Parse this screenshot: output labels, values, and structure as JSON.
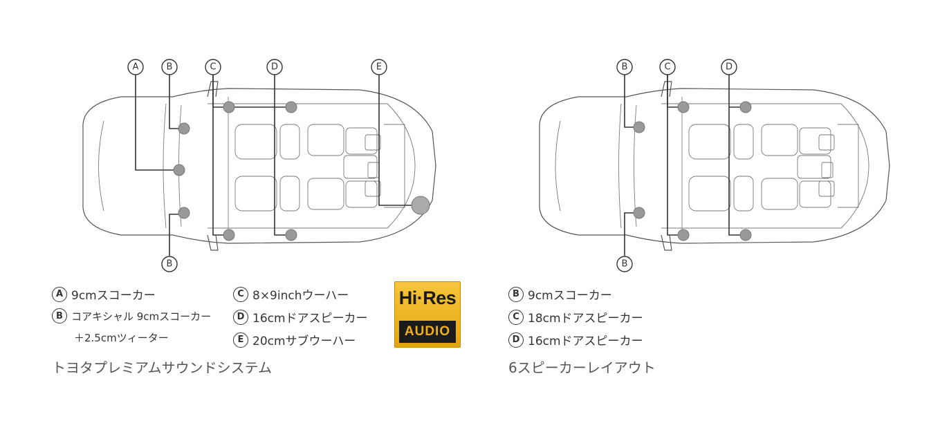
{
  "left": {
    "callouts": [
      "A",
      "B",
      "C",
      "D",
      "E"
    ],
    "legend_col1": [
      {
        "letter": "A",
        "text": "9cmスコーカー"
      },
      {
        "letter": "B",
        "text": "コアキシャル 9cmスコーカー",
        "sub": "＋2.5cmツィーター"
      }
    ],
    "legend_col2": [
      {
        "letter": "C",
        "text": "8×9inchウーハー"
      },
      {
        "letter": "D",
        "text": "16cmドアスピーカー"
      },
      {
        "letter": "E",
        "text": "20cmサブウーハー"
      }
    ],
    "caption": "トヨタプレミアムサウンドシステム",
    "badge": {
      "top": "Hi·Res",
      "bottom": "AUDIO",
      "bg_color": "#F0B52A",
      "band_color": "#1B1B1B"
    }
  },
  "right": {
    "callouts": [
      "B",
      "C",
      "D"
    ],
    "legend": [
      {
        "letter": "B",
        "text": "9cmスコーカー"
      },
      {
        "letter": "C",
        "text": "18cmドアスピーカー"
      },
      {
        "letter": "D",
        "text": "16cmドアスピーカー"
      }
    ],
    "caption": "6スピーカーレイアウト"
  },
  "colors": {
    "speaker": "#999999",
    "outline": "#555555"
  }
}
